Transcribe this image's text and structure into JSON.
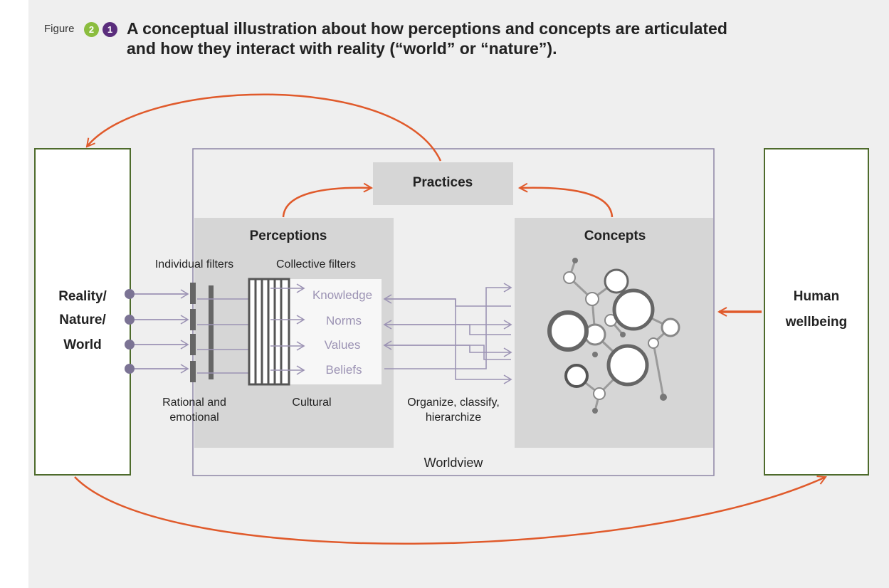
{
  "figure": {
    "label": "Figure",
    "chapter_badge": "2",
    "number_badge": "1",
    "caption_line1": "A conceptual illustration about how perceptions and concepts are articulated",
    "caption_line2": "and how they interact with reality (“world” or “nature”)."
  },
  "diagram": {
    "reality": [
      "Reality/",
      "Nature/",
      "World"
    ],
    "human_wellbeing": [
      "Human",
      "wellbeing"
    ],
    "practices": "Practices",
    "perceptions": "Perceptions",
    "concepts": "Concepts",
    "individual_filters": "Individual filters",
    "collective_filters": "Collective filters",
    "filter_items": [
      "Knowledge",
      "Norms",
      "Values",
      "Beliefs"
    ],
    "rational_emotional": [
      "Rational and",
      "emotional"
    ],
    "cultural": "Cultural",
    "organize": [
      "Organize, classify,",
      "hierarchize"
    ],
    "worldview": "Worldview"
  },
  "colors": {
    "accent_orange": "#e05a2b",
    "box_green": "#4e6b2c",
    "panel_grey": "#d6d6d6",
    "arrow_lavender": "#9c93b4",
    "dot_purple": "#7b7394"
  }
}
